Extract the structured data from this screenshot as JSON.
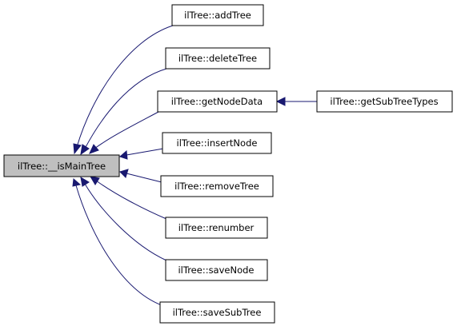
{
  "graph": {
    "root": {
      "label": "ilTree::__isMainTree",
      "fill": "#bfbfbf"
    },
    "callers": [
      {
        "label": "ilTree::addTree"
      },
      {
        "label": "ilTree::deleteTree"
      },
      {
        "label": "ilTree::getNodeData"
      },
      {
        "label": "ilTree::insertNode"
      },
      {
        "label": "ilTree::removeTree"
      },
      {
        "label": "ilTree::renumber"
      },
      {
        "label": "ilTree::saveNode"
      },
      {
        "label": "ilTree::saveSubTree"
      }
    ],
    "secondary": [
      {
        "label": "ilTree::getSubTreeTypes"
      }
    ],
    "edge_color": "#191970",
    "node_fill": "#ffffff"
  }
}
